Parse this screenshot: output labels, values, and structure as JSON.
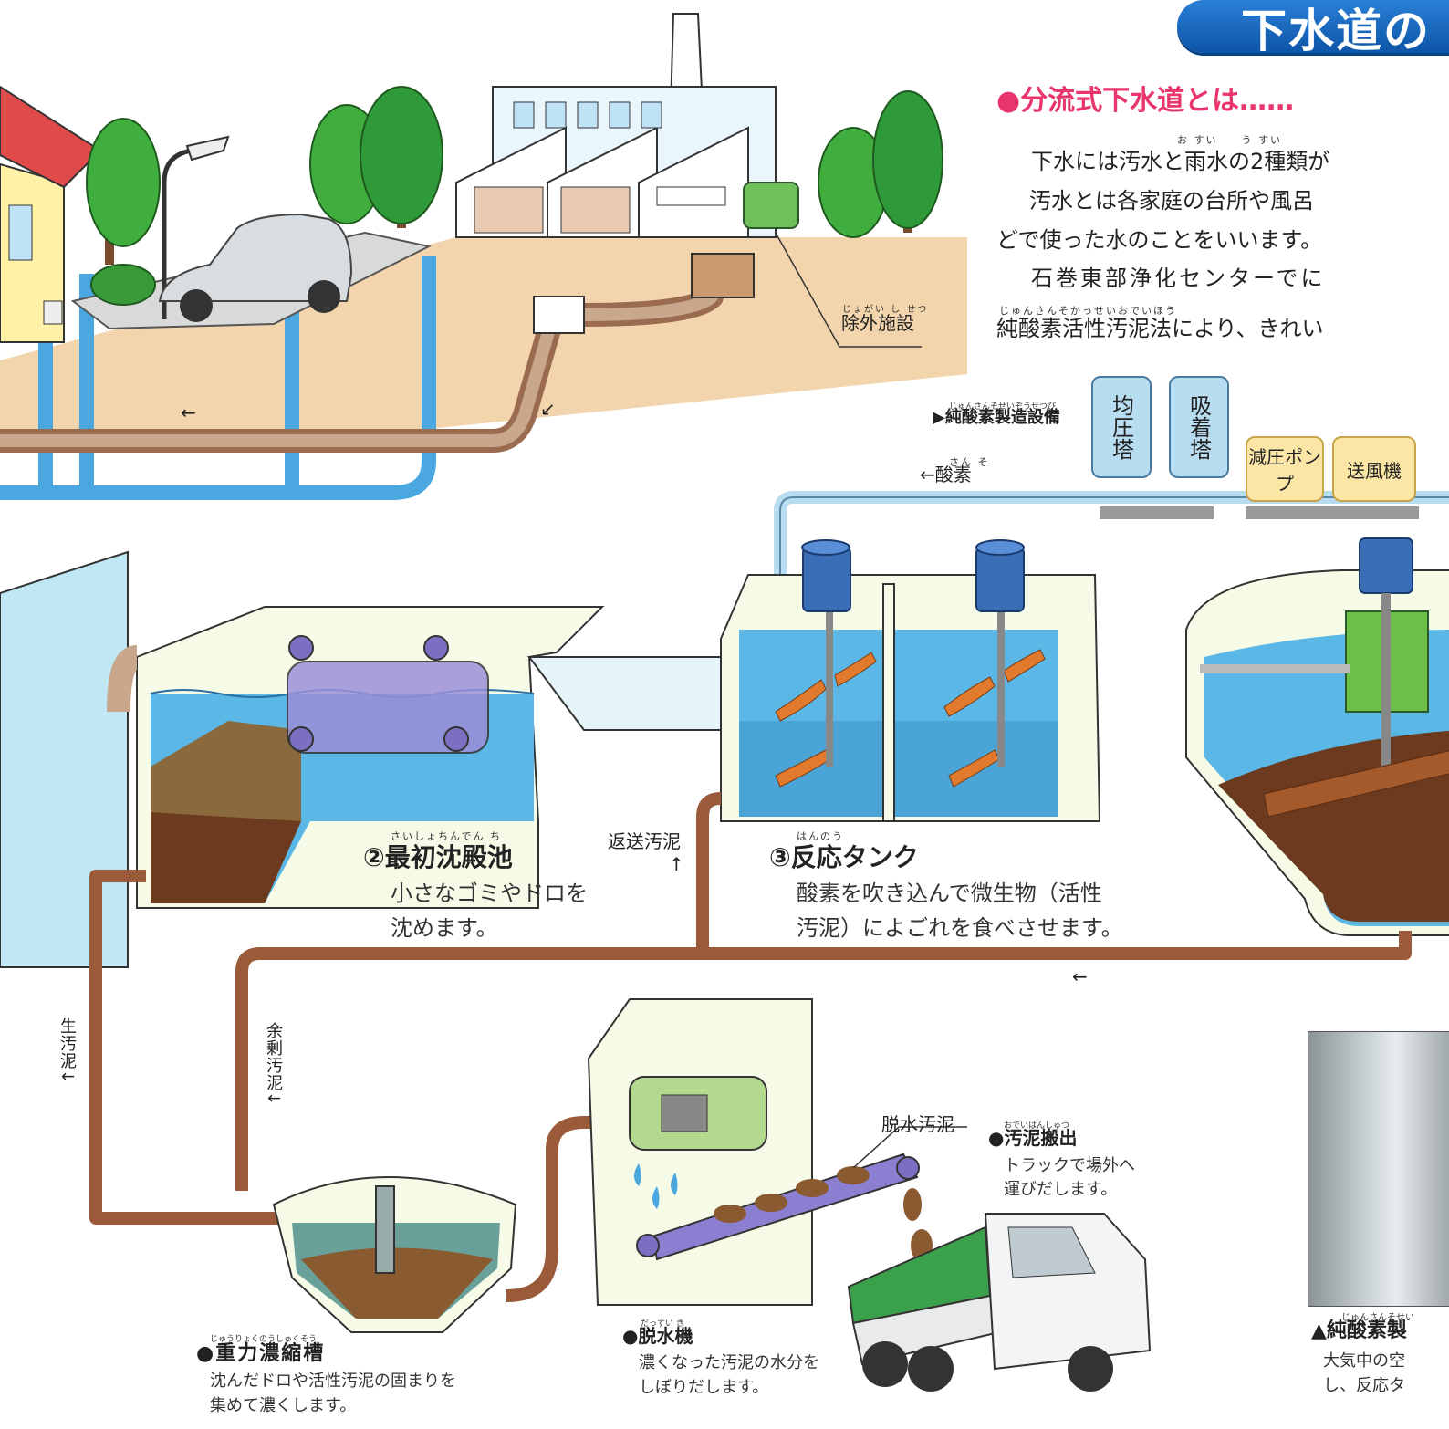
{
  "header": {
    "title": "下水道の"
  },
  "intro": {
    "section_title": "●分流式下水道とは……",
    "ruby_1": "お すい　　う すい",
    "line_1": "下水には汚水と雨水の2種類が",
    "line_2": "汚水とは各家庭の台所や風呂",
    "line_3": "どで使った水のことをいいます。",
    "line_4": "石巻東部浄化センターでに",
    "ruby_2": "じゅんさんそかっせいおでいほう",
    "line_5": "純酸素活性汚泥法により、きれい"
  },
  "labels": {
    "exclusion_ruby": "じょがい し せつ",
    "exclusion": "除外施設",
    "oxygen_plant_ruby": "じゅんさんそせいぞうせつび",
    "oxygen_plant": "▶純酸素製造設備",
    "oxygen_ruby": "さん そ",
    "oxygen": "←酸素",
    "tower_1": "均圧塔",
    "tower_2": "吸着塔",
    "pump": "減圧ポンプ",
    "blower": "送風機",
    "return_sludge": "返送汚泥",
    "raw_sludge": "生汚泥↓",
    "excess_sludge": "余剰汚泥↓",
    "dewatered_sludge": "脱水汚泥",
    "arrow_left": "←",
    "arrow_up": "↑",
    "arrow_diag": "↙"
  },
  "facilities": {
    "primary": {
      "ruby": "さいしょちんでん ち",
      "title": "②最初沈殿池",
      "desc_1": "小さなゴミやドロを",
      "desc_2": "沈めます。"
    },
    "reaction": {
      "ruby": "はんのう",
      "title": "③反応タンク",
      "desc_1": "酸素を吹き込んで微生物（活性",
      "desc_2": "汚泥）によごれを食べさせます。"
    },
    "thickener": {
      "ruby": "じゅうりょくのうしゅくそう",
      "title": "●重力濃縮槽",
      "desc_1": "沈んだドロや活性汚泥の固まりを",
      "desc_2": "集めて濃くします。"
    },
    "dewater": {
      "ruby": "だっすい き",
      "title": "●脱水機",
      "desc_1": "濃くなった汚泥の水分を",
      "desc_2": "しぼりだします。"
    },
    "carryout": {
      "ruby": "おでいはんしゅつ",
      "title": "●汚泥搬出",
      "desc_1": "トラックで場外へ",
      "desc_2": "運びだします。"
    },
    "oxygen_photo": {
      "ruby": "じゅんさんそせい",
      "title": "▲純酸素製",
      "desc_1": "大気中の空",
      "desc_2": "し、反応タ"
    }
  }
}
